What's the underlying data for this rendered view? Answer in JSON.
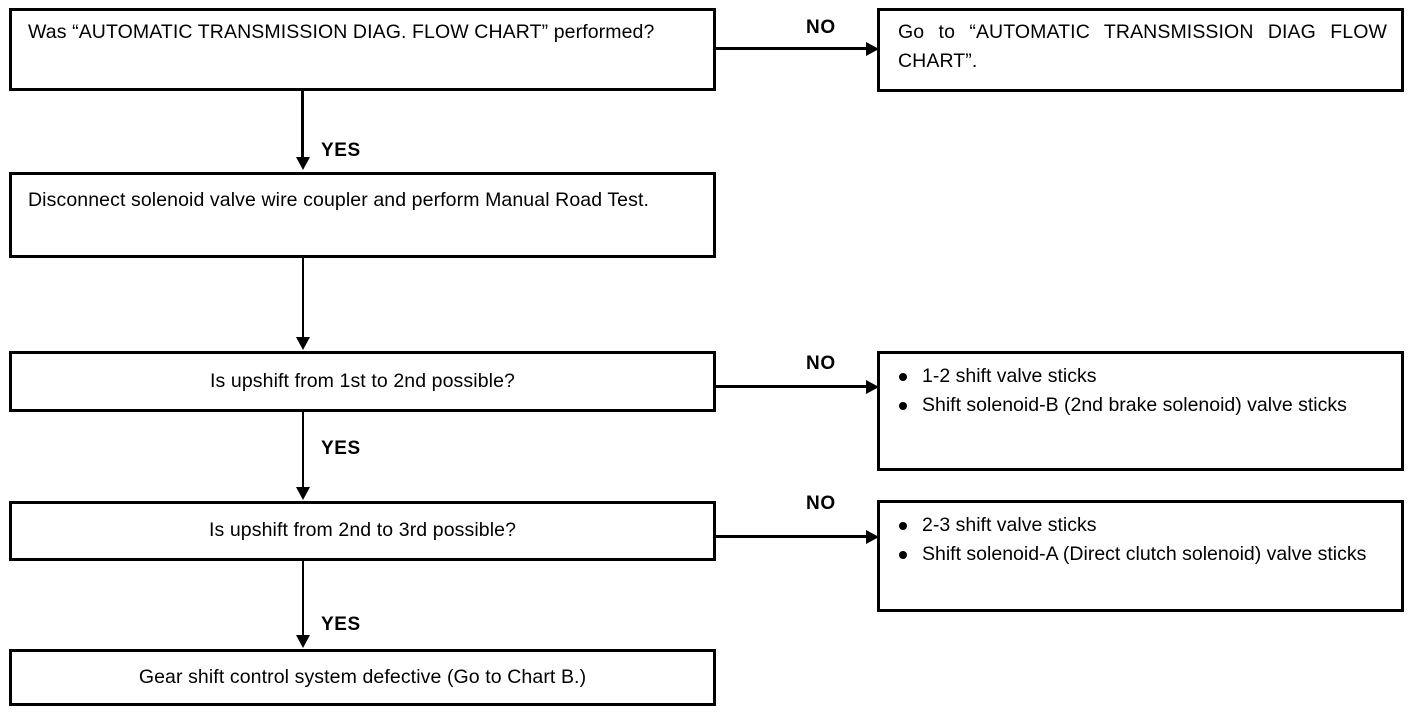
{
  "chart_data": {
    "type": "diagram",
    "title": "Automatic transmission gear shift diagnostic flow chart",
    "nodes": [
      {
        "id": "q1",
        "kind": "question",
        "text": "Was “AUTOMATIC TRANSMISSION DIAG. FLOW CHART” performed?"
      },
      {
        "id": "a1",
        "kind": "action",
        "text": "Go to “AUTOMATIC TRANSMISSION DIAG FLOW CHART”."
      },
      {
        "id": "a2",
        "kind": "action",
        "text": "Disconnect solenoid valve wire coupler and perform Manual Road Test."
      },
      {
        "id": "q2",
        "kind": "question",
        "text": "Is upshift from 1st to 2nd possible?"
      },
      {
        "id": "r2",
        "kind": "result-list",
        "items": [
          "1-2 shift valve sticks",
          "Shift solenoid-B (2nd brake solenoid) valve sticks"
        ]
      },
      {
        "id": "q3",
        "kind": "question",
        "text": "Is upshift from 2nd to 3rd possible?"
      },
      {
        "id": "r3",
        "kind": "result-list",
        "items": [
          "2-3 shift valve sticks",
          "Shift solenoid-A (Direct clutch solenoid) valve sticks"
        ]
      },
      {
        "id": "end",
        "kind": "result",
        "text": "Gear shift control system defective (Go to Chart B.)"
      }
    ],
    "edges": [
      {
        "from": "q1",
        "to": "a1",
        "label": "NO"
      },
      {
        "from": "q1",
        "to": "a2",
        "label": "YES"
      },
      {
        "from": "a2",
        "to": "q2",
        "label": ""
      },
      {
        "from": "q2",
        "to": "r2",
        "label": "NO"
      },
      {
        "from": "q2",
        "to": "q3",
        "label": "YES"
      },
      {
        "from": "q3",
        "to": "r3",
        "label": "NO"
      },
      {
        "from": "q3",
        "to": "end",
        "label": "YES"
      }
    ],
    "colors": {
      "line": "#000000",
      "text": "#000000",
      "background": "#ffffff"
    }
  },
  "boxes": {
    "q1": "Was “AUTOMATIC TRANSMISSION DIAG. FLOW CHART” performed?",
    "a1": "Go to “AUTOMATIC TRANSMISSION DIAG FLOW CHART”.",
    "a2": "Disconnect solenoid valve wire coupler and perform Manual Road Test.",
    "q2": "Is upshift from 1st to 2nd possible?",
    "q3": "Is upshift from 2nd to 3rd possible?",
    "end": "Gear shift control system defective (Go to Chart B.)"
  },
  "lists": {
    "r2": [
      "1-2 shift valve sticks",
      "Shift solenoid-B (2nd brake solenoid) valve sticks"
    ],
    "r3": [
      "2-3 shift valve sticks",
      "Shift solenoid-A (Direct clutch solenoid) valve sticks"
    ]
  },
  "labels": {
    "no_1": "NO",
    "yes_1": "YES",
    "no_2": "NO",
    "yes_2": "YES",
    "no_3": "NO",
    "yes_3": "YES"
  }
}
